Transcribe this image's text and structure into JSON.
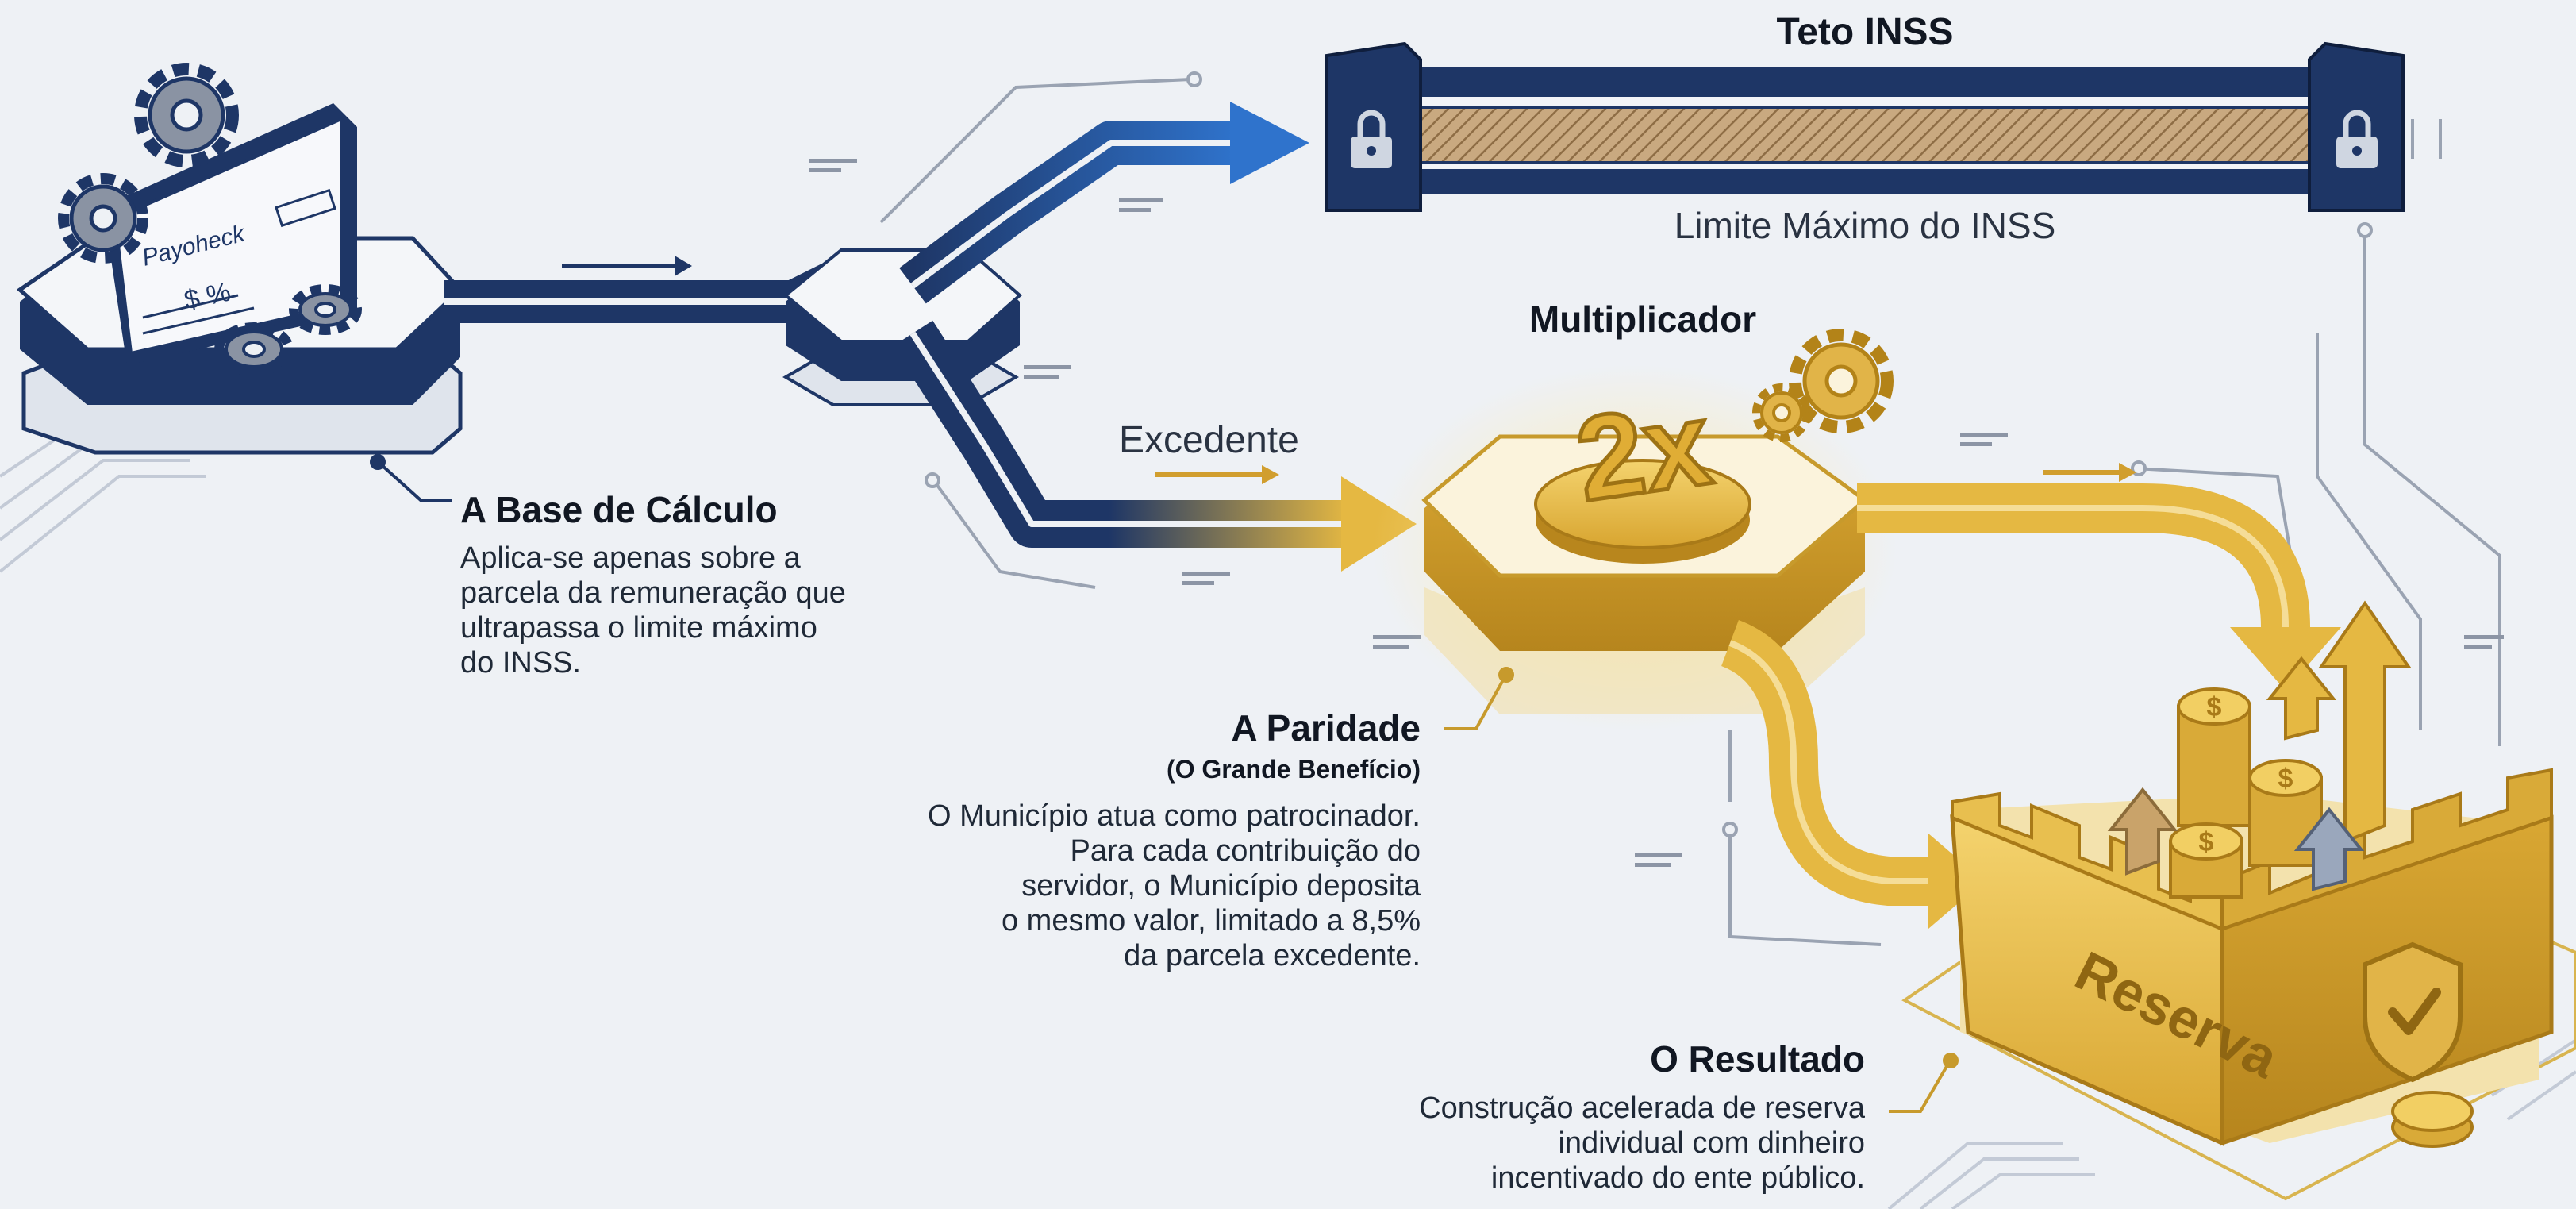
{
  "colors": {
    "navy": "#1e3666",
    "blue": "#2c6cc0",
    "gold": "#e5b842",
    "gold_dark": "#b88a1e",
    "background": "#eef1f5",
    "line_gray": "#9aa3b2"
  },
  "paycheck": {
    "label": "Payoheck",
    "symbols": "$ %"
  },
  "ceiling": {
    "title": "Teto INSS",
    "subtitle": "Limite Máximo do INSS"
  },
  "excess_label": "Excedente",
  "multiplier": {
    "title": "Multiplicador",
    "badge": "2x"
  },
  "base": {
    "title": "A Base de Cálculo",
    "lines": [
      "Aplica-se apenas sobre a",
      "parcela da remuneração que",
      "ultrapassa o limite máximo",
      "do INSS."
    ]
  },
  "parity": {
    "title": "A Paridade",
    "subtitle": "(O Grande Benefício)",
    "lines": [
      "O Município atua como patrocinador.",
      "Para cada contribuição do",
      "servidor, o Município deposita",
      "o mesmo valor, limitado a 8,5%",
      "da parcela excedente."
    ]
  },
  "reserve": {
    "label": "Reserva"
  },
  "result": {
    "title": "O Resultado",
    "lines": [
      "Construção acelerada de reserva",
      "individual com dinheiro",
      "incentivado do ente público."
    ]
  },
  "icons": [
    "gear-icon",
    "lock-icon",
    "dollar-coin-icon",
    "shield-check-icon",
    "arrow-up-icon",
    "arrow-right-icon"
  ]
}
